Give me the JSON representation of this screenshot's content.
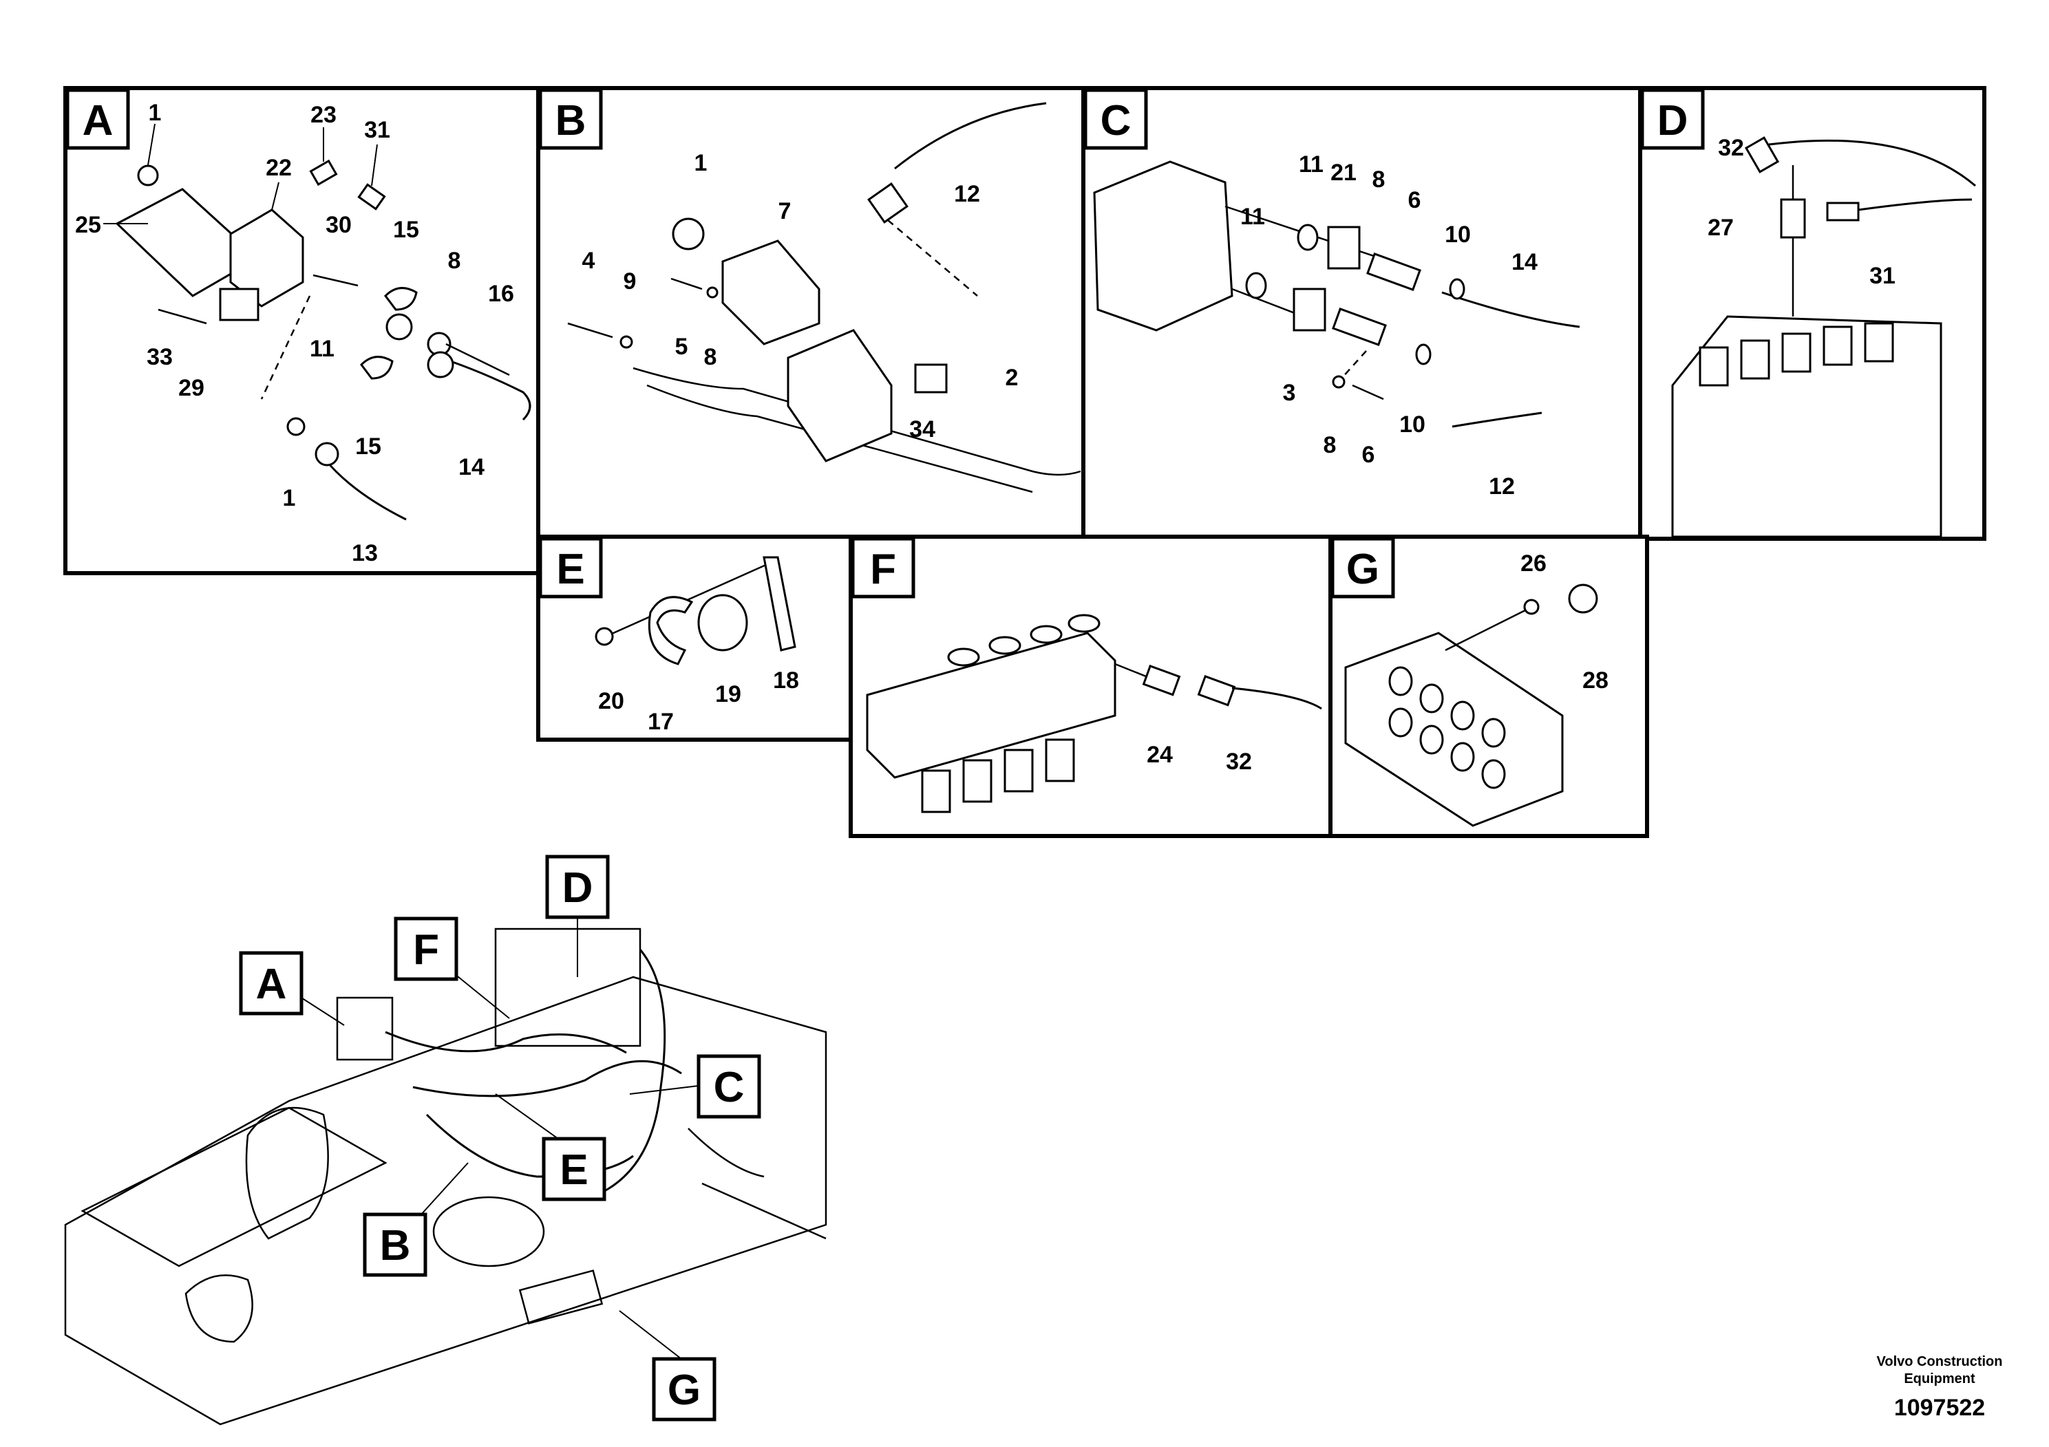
{
  "panels": {
    "A": {
      "label": "A",
      "callouts": [
        "1",
        "23",
        "31",
        "22",
        "25",
        "30",
        "15",
        "8",
        "16",
        "11",
        "33",
        "29",
        "15",
        "14",
        "1",
        "13"
      ]
    },
    "B": {
      "label": "B",
      "callouts": [
        "1",
        "7",
        "12",
        "4",
        "9",
        "5",
        "8",
        "2",
        "34"
      ]
    },
    "C": {
      "label": "C",
      "callouts": [
        "11",
        "21",
        "8",
        "6",
        "11",
        "10",
        "14",
        "3",
        "8",
        "6",
        "10",
        "12"
      ]
    },
    "D": {
      "label": "D",
      "callouts": [
        "32",
        "27",
        "31"
      ]
    },
    "E": {
      "label": "E",
      "callouts": [
        "20",
        "17",
        "19",
        "18"
      ]
    },
    "F": {
      "label": "F",
      "callouts": [
        "24",
        "32"
      ]
    },
    "G": {
      "label": "G",
      "callouts": [
        "26",
        "28"
      ]
    }
  },
  "overview_labels": [
    "A",
    "F",
    "D",
    "C",
    "E",
    "B",
    "G"
  ],
  "footer": {
    "company_line1": "Volvo Construction",
    "company_line2": "Equipment",
    "figure_number": "1097522"
  }
}
